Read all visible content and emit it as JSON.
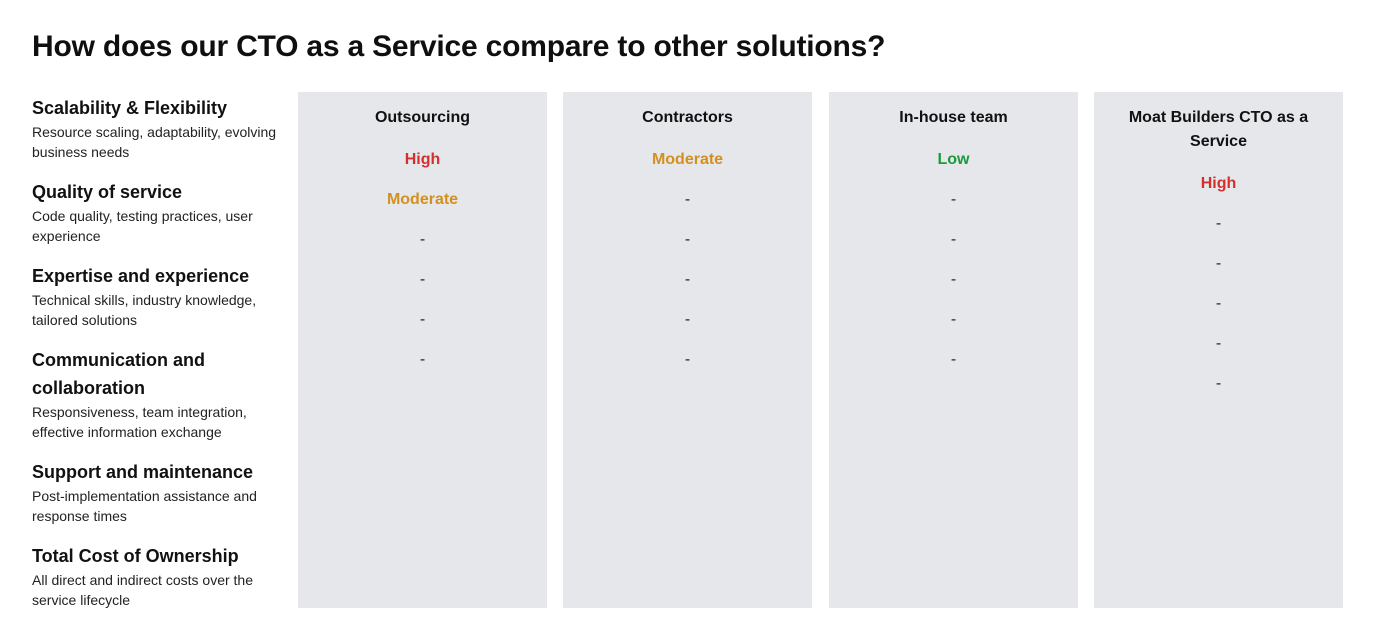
{
  "page": {
    "title": "How does our CTO as a Service compare to other solutions?"
  },
  "criteria": [
    {
      "title": "Scalability & Flexibility",
      "description": "Resource scaling, adaptability, evolving business needs"
    },
    {
      "title": "Quality of service",
      "description": "Code quality, testing practices, user experience"
    },
    {
      "title": "Expertise and experience",
      "description": "Technical skills, industry knowledge, tailored solutions"
    },
    {
      "title": "Communication and collaboration",
      "description": "Responsiveness, team integration, effective information exchange"
    },
    {
      "title": "Support and maintenance",
      "description": "Post-implementation assistance and response times"
    },
    {
      "title": "Total Cost of Ownership",
      "description": "All direct and indirect costs over the service lifecycle"
    }
  ],
  "colors": {
    "high": "#d32f2f",
    "moderate": "#d4901f",
    "low": "#1a9a3c",
    "column_bg": "#e6e7eb"
  },
  "columns": [
    {
      "name": "Outsourcing",
      "values": [
        {
          "text": "High",
          "level": "high"
        },
        {
          "text": "Moderate",
          "level": "moderate"
        },
        {
          "text": "-",
          "level": "none"
        },
        {
          "text": "-",
          "level": "none"
        },
        {
          "text": "-",
          "level": "none"
        },
        {
          "text": "-",
          "level": "none"
        }
      ]
    },
    {
      "name": "Contractors",
      "values": [
        {
          "text": "Moderate",
          "level": "moderate"
        },
        {
          "text": "-",
          "level": "none"
        },
        {
          "text": "-",
          "level": "none"
        },
        {
          "text": "-",
          "level": "none"
        },
        {
          "text": "-",
          "level": "none"
        },
        {
          "text": "-",
          "level": "none"
        }
      ]
    },
    {
      "name": "In-house team",
      "values": [
        {
          "text": "Low",
          "level": "low"
        },
        {
          "text": "-",
          "level": "none"
        },
        {
          "text": "-",
          "level": "none"
        },
        {
          "text": "-",
          "level": "none"
        },
        {
          "text": "-",
          "level": "none"
        },
        {
          "text": "-",
          "level": "none"
        }
      ]
    },
    {
      "name": "Moat Builders CTO as a Service",
      "values": [
        {
          "text": "High",
          "level": "high"
        },
        {
          "text": "-",
          "level": "none"
        },
        {
          "text": "-",
          "level": "none"
        },
        {
          "text": "-",
          "level": "none"
        },
        {
          "text": "-",
          "level": "none"
        },
        {
          "text": "-",
          "level": "none"
        }
      ]
    }
  ]
}
